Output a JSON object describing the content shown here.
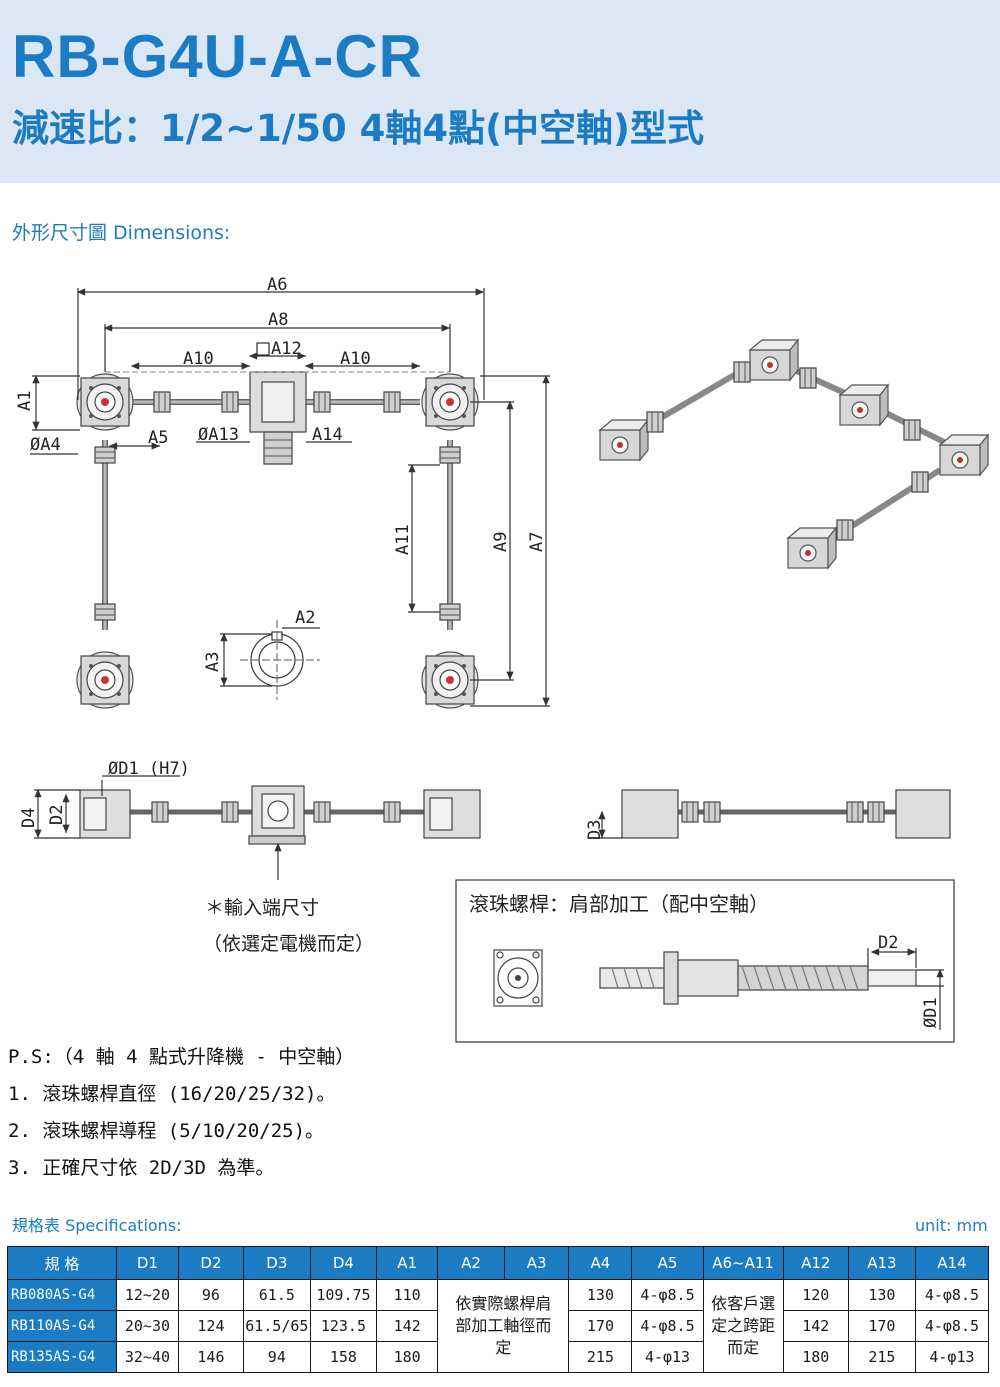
{
  "header": {
    "title": "RB-G4U-A-CR",
    "subtitle": "減速比：1/2~1/50 4軸4點(中空軸)型式"
  },
  "dimensions_label": "外形尺寸圖 Dimensions:",
  "drawing_labels": {
    "A6": "A6",
    "A8": "A8",
    "A10": "A10",
    "A12": "A12",
    "A1": "A1",
    "A4": "ØA4",
    "A5": "A5",
    "A13": "ØA13",
    "A14": "A14",
    "A11": "A11",
    "A9": "A9",
    "A7": "A7",
    "A2": "A2",
    "A3": "A3",
    "D1H7": "ØD1 (H7)",
    "D4": "D4",
    "D2": "D2",
    "D3": "D3",
    "D2b": "D2",
    "D1b": "ØD1"
  },
  "input_note": {
    "line1": "＊輸入端尺寸",
    "line2": "（依選定電機而定）"
  },
  "ballscrew_box_title": "滾珠螺桿：肩部加工（配中空軸）",
  "ps": {
    "heading": "P.S:（4 軸 4 點式升降機 - 中空軸）",
    "items": [
      "1. 滾珠螺桿直徑 (16/20/25/32)。",
      "2. 滾珠螺桿導程 (5/10/20/25)。",
      "3. 正確尺寸依 2D/3D 為準。"
    ]
  },
  "spec_label": "規格表 Specifications:",
  "unit": "unit: mm",
  "table": {
    "headers": [
      "規 格",
      "D1",
      "D2",
      "D3",
      "D4",
      "A1",
      "A2",
      "A3",
      "A4",
      "A5",
      "A6~A11",
      "A12",
      "A13",
      "A14"
    ],
    "rows": [
      [
        "RB080AS-G4",
        "12~20",
        "96",
        "61.5",
        "109.75",
        "110",
        "130",
        "4-φ8.5",
        "120",
        "130",
        "4-φ8.5"
      ],
      [
        "RB110AS-G4",
        "20~30",
        "124",
        "61.5/65",
        "123.5",
        "142",
        "170",
        "4-φ8.5",
        "142",
        "170",
        "4-φ8.5"
      ],
      [
        "RB135AS-G4",
        "32~40",
        "146",
        "94",
        "158",
        "180",
        "215",
        "4-φ13",
        "180",
        "215",
        "4-φ13"
      ]
    ],
    "a2a3_note": [
      "依實際螺桿肩",
      "部加工軸徑而",
      "定"
    ],
    "a6a11_note": [
      "依客戶選",
      "定之跨距",
      "而定"
    ]
  }
}
